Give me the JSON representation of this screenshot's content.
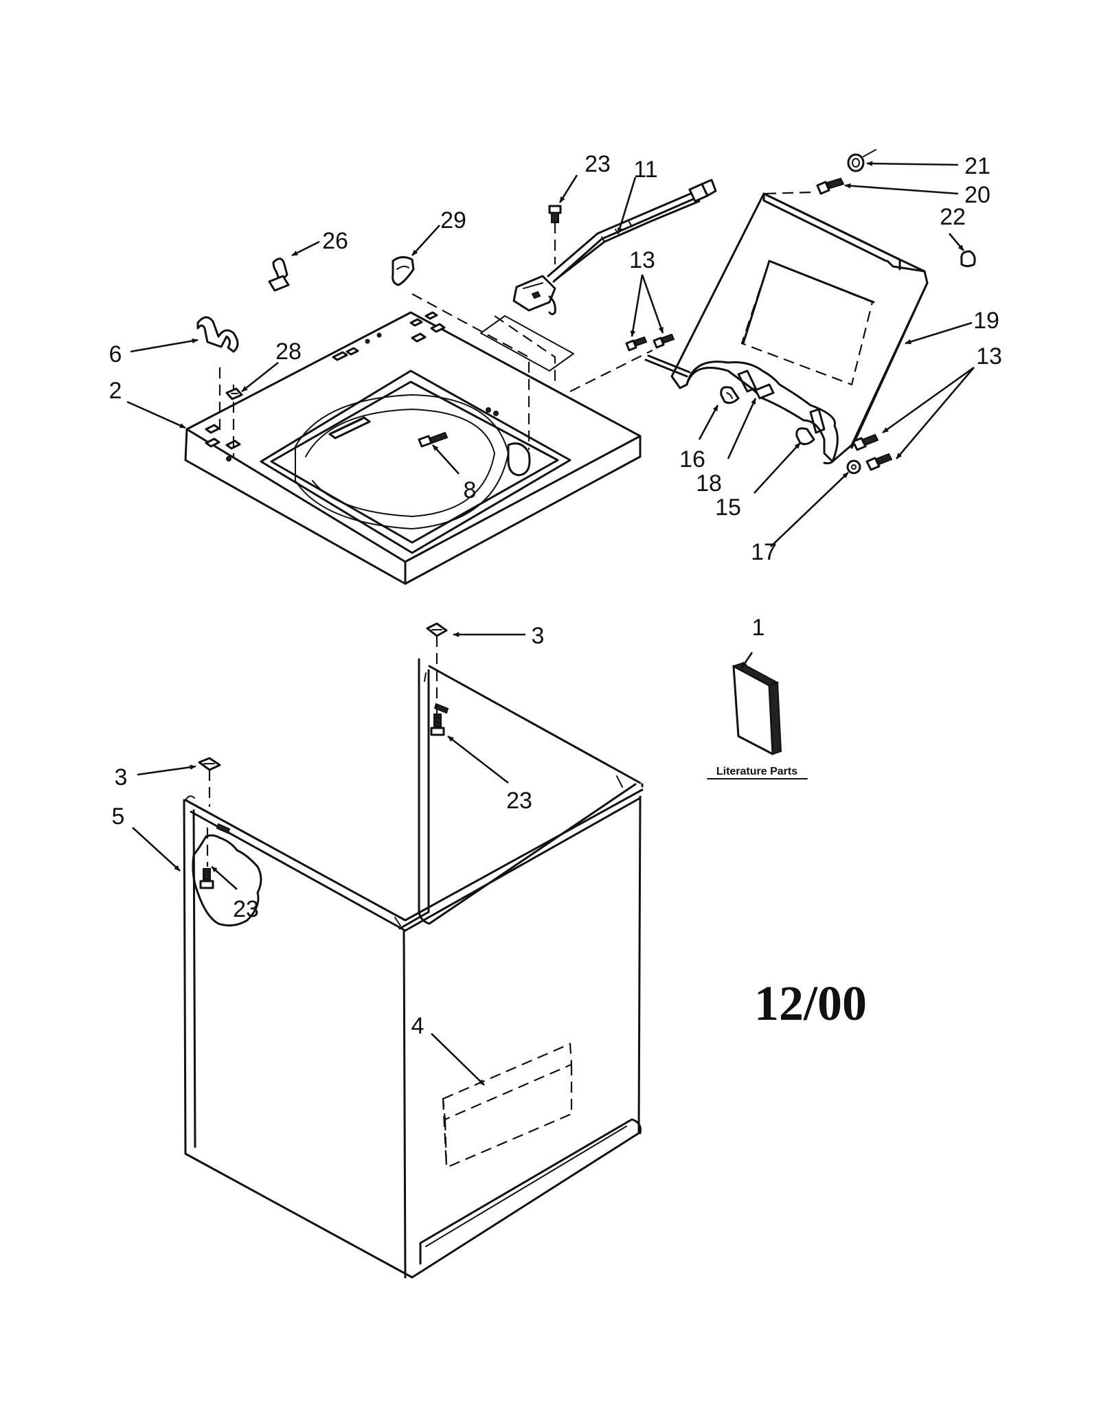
{
  "callouts": {
    "c1": "1",
    "c2": "2",
    "c3a": "3",
    "c3b": "3",
    "c4": "4",
    "c5": "5",
    "c6": "6",
    "c8": "8",
    "c11": "11",
    "c13a": "13",
    "c13b": "13",
    "c15": "15",
    "c16": "16",
    "c17": "17",
    "c18": "18",
    "c19": "19",
    "c20": "20",
    "c21": "21",
    "c22": "22",
    "c23a": "23",
    "c23b": "23",
    "c23c": "23",
    "c26": "26",
    "c28": "28",
    "c29": "29"
  },
  "literature_label": "Literature Parts",
  "date_code": "12/00"
}
